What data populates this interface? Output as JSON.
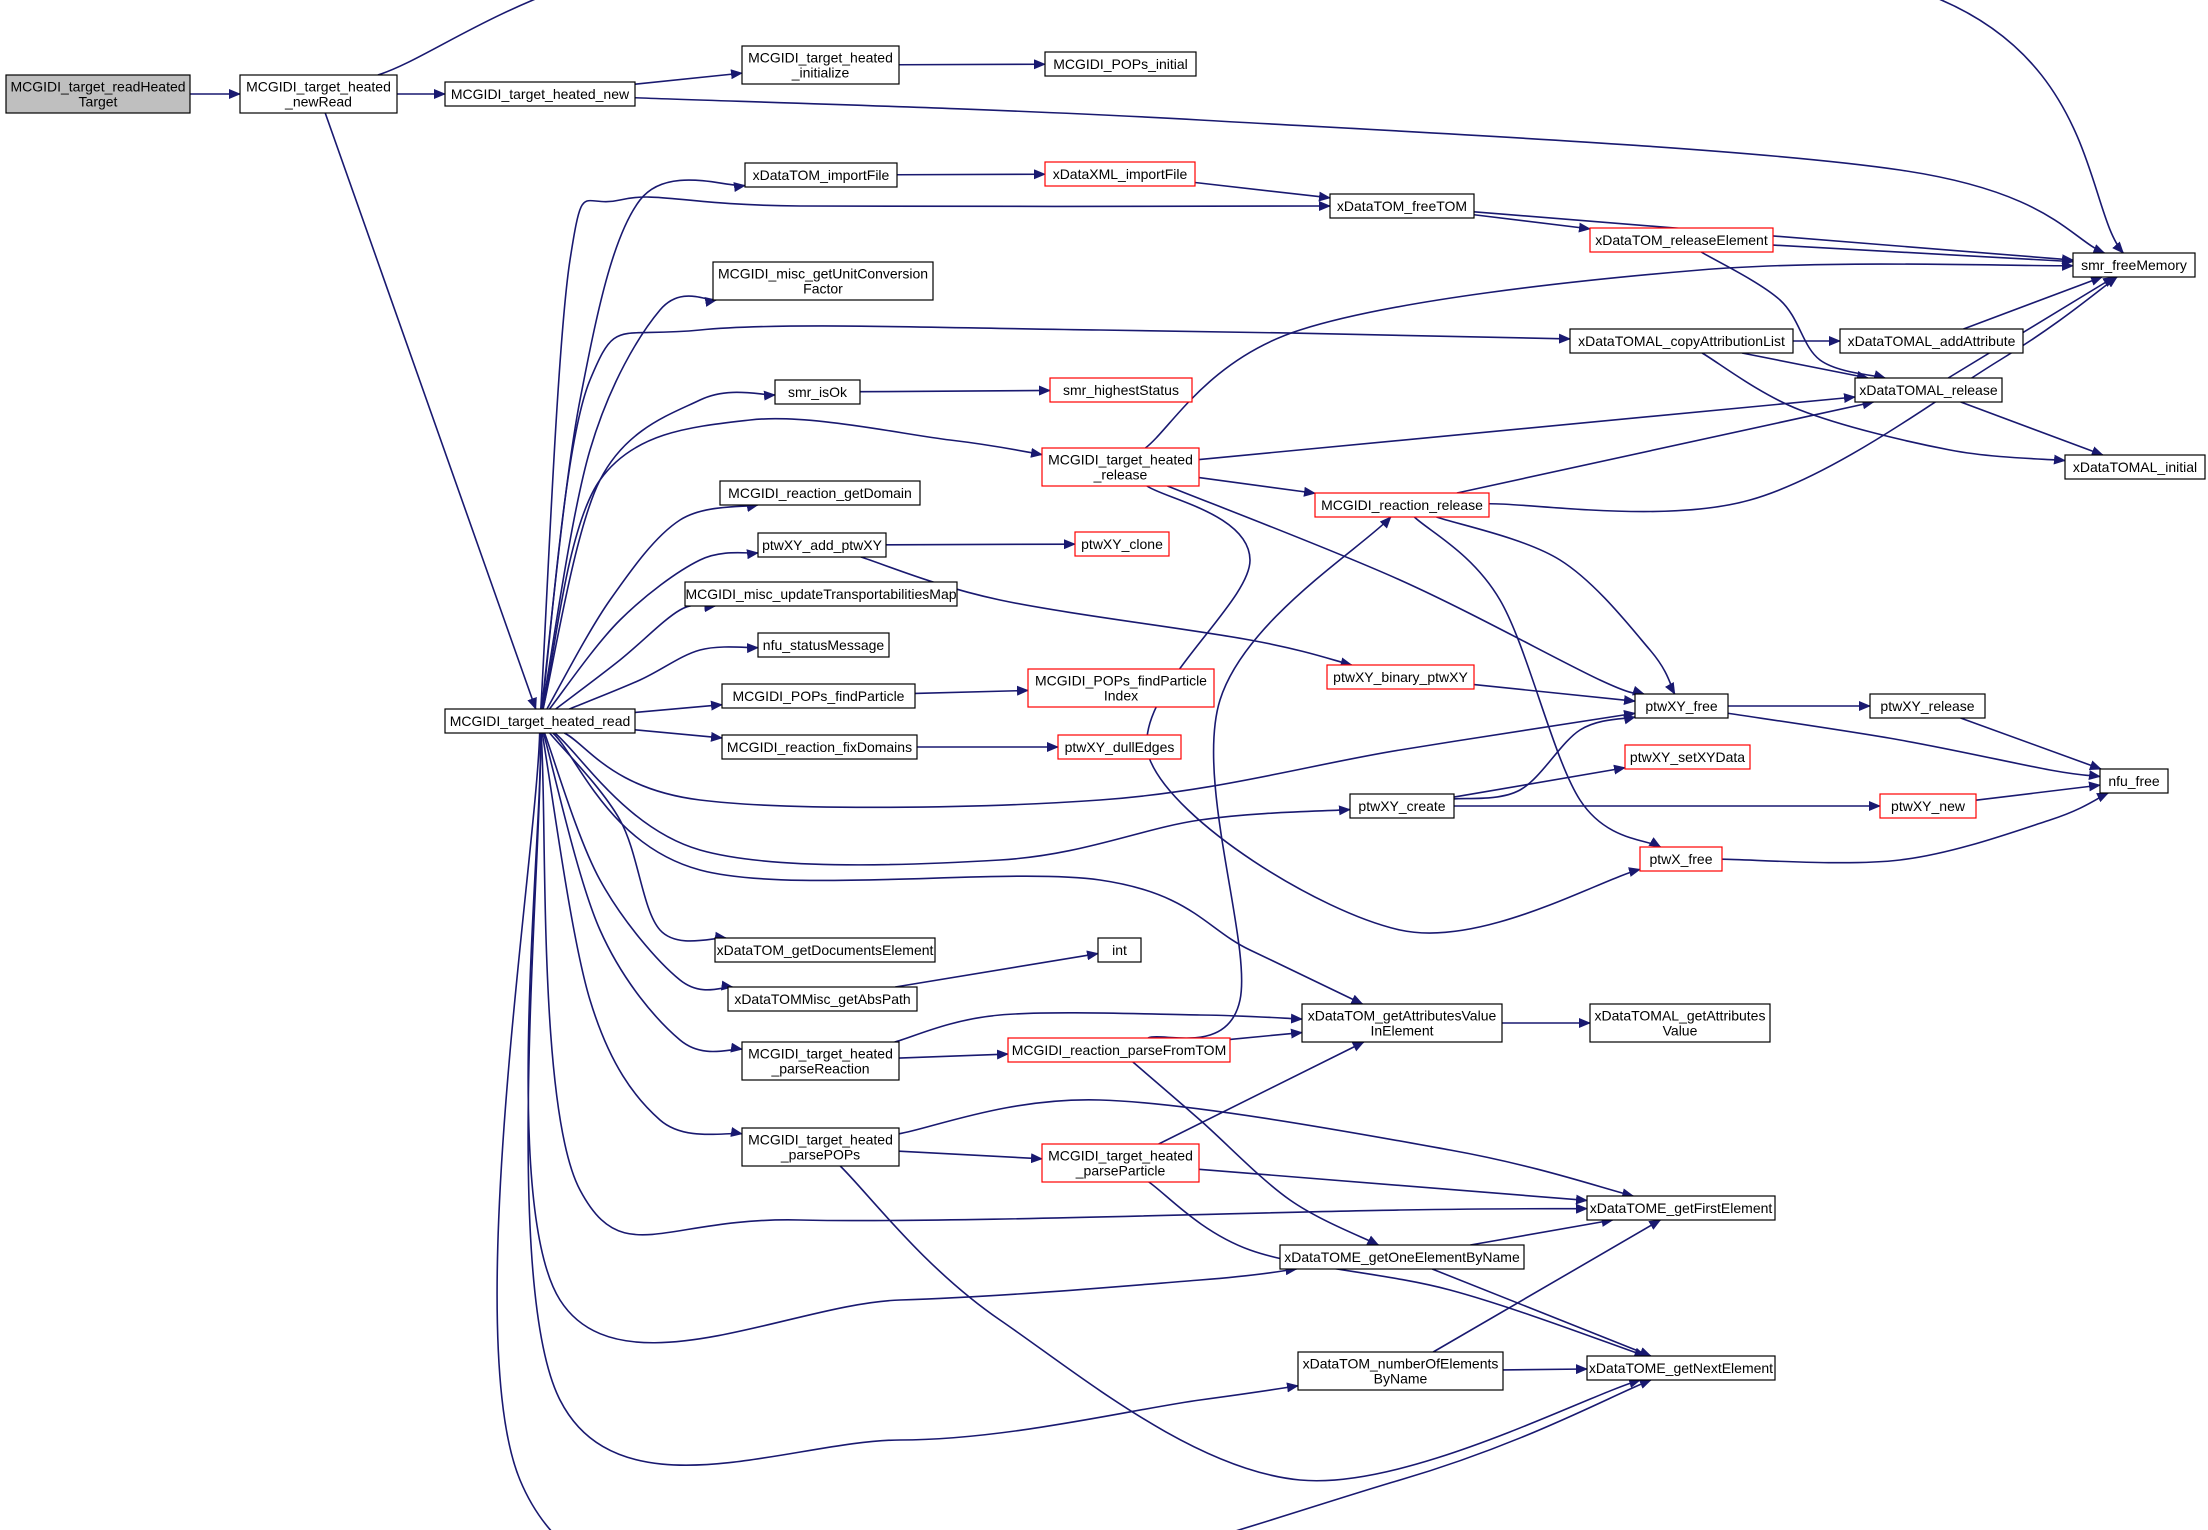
{
  "colors": {
    "edge": "#191970",
    "root_fill": "#bfbfbf",
    "node_fill": "#ffffff",
    "normal_border": "#000000",
    "truncated_border": "#ff0000"
  },
  "nodes": [
    {
      "id": "root",
      "lines": [
        "MCGIDI_target_readHeated",
        "Target"
      ],
      "type": "root"
    },
    {
      "id": "newRead",
      "lines": [
        "MCGIDI_target_heated",
        "_newRead"
      ],
      "type": "normal"
    },
    {
      "id": "heatedNew",
      "lines": [
        "MCGIDI_target_heated_new"
      ],
      "type": "normal"
    },
    {
      "id": "heatedInit",
      "lines": [
        "MCGIDI_target_heated",
        "_initialize"
      ],
      "type": "normal"
    },
    {
      "id": "popsInitial",
      "lines": [
        "MCGIDI_POPs_initial"
      ],
      "type": "normal"
    },
    {
      "id": "smrFree",
      "lines": [
        "smr_freeMemory"
      ],
      "type": "normal"
    },
    {
      "id": "tomImport",
      "lines": [
        "xDataTOM_importFile"
      ],
      "type": "normal"
    },
    {
      "id": "xmlImport",
      "lines": [
        "xDataXML_importFile"
      ],
      "type": "truncated"
    },
    {
      "id": "tomFree",
      "lines": [
        "xDataTOM_freeTOM"
      ],
      "type": "normal"
    },
    {
      "id": "tomRelElem",
      "lines": [
        "xDataTOM_releaseElement"
      ],
      "type": "truncated"
    },
    {
      "id": "unitConv",
      "lines": [
        "MCGIDI_misc_getUnitConversion",
        "Factor"
      ],
      "type": "normal"
    },
    {
      "id": "copyAttr",
      "lines": [
        "xDataTOMAL_copyAttributionList"
      ],
      "type": "normal"
    },
    {
      "id": "addAttr",
      "lines": [
        "xDataTOMAL_addAttribute"
      ],
      "type": "normal"
    },
    {
      "id": "alRelease",
      "lines": [
        "xDataTOMAL_release"
      ],
      "type": "normal"
    },
    {
      "id": "alInitial",
      "lines": [
        "xDataTOMAL_initial"
      ],
      "type": "normal"
    },
    {
      "id": "smrIsOk",
      "lines": [
        "smr_isOk"
      ],
      "type": "normal"
    },
    {
      "id": "smrHigh",
      "lines": [
        "smr_highestStatus"
      ],
      "type": "truncated"
    },
    {
      "id": "heatedRelease",
      "lines": [
        "MCGIDI_target_heated",
        "_release"
      ],
      "type": "truncated"
    },
    {
      "id": "reactGetDom",
      "lines": [
        "MCGIDI_reaction_getDomain"
      ],
      "type": "normal"
    },
    {
      "id": "reactRelease",
      "lines": [
        "MCGIDI_reaction_release"
      ],
      "type": "truncated"
    },
    {
      "id": "addPtw",
      "lines": [
        "ptwXY_add_ptwXY"
      ],
      "type": "normal"
    },
    {
      "id": "ptwClone",
      "lines": [
        "ptwXY_clone"
      ],
      "type": "truncated"
    },
    {
      "id": "updTrans",
      "lines": [
        "MCGIDI_misc_updateTransportabilitiesMap"
      ],
      "type": "normal"
    },
    {
      "id": "nfuStatus",
      "lines": [
        "nfu_statusMessage"
      ],
      "type": "normal"
    },
    {
      "id": "binPtw",
      "lines": [
        "ptwXY_binary_ptwXY"
      ],
      "type": "truncated"
    },
    {
      "id": "popsFind",
      "lines": [
        "MCGIDI_POPs_findParticle"
      ],
      "type": "normal"
    },
    {
      "id": "popsFindIdx",
      "lines": [
        "MCGIDI_POPs_findParticle",
        "Index"
      ],
      "type": "truncated"
    },
    {
      "id": "heatedRead",
      "lines": [
        "MCGIDI_target_heated_read"
      ],
      "type": "normal"
    },
    {
      "id": "ptwFree",
      "lines": [
        "ptwXY_free"
      ],
      "type": "normal"
    },
    {
      "id": "ptwRelease",
      "lines": [
        "ptwXY_release"
      ],
      "type": "normal"
    },
    {
      "id": "fixDom",
      "lines": [
        "MCGIDI_reaction_fixDomains"
      ],
      "type": "normal"
    },
    {
      "id": "dullEdges",
      "lines": [
        "ptwXY_dullEdges"
      ],
      "type": "truncated"
    },
    {
      "id": "setXY",
      "lines": [
        "ptwXY_setXYData"
      ],
      "type": "truncated"
    },
    {
      "id": "nfuFree",
      "lines": [
        "nfu_free"
      ],
      "type": "normal"
    },
    {
      "id": "ptwCreate",
      "lines": [
        "ptwXY_create"
      ],
      "type": "normal"
    },
    {
      "id": "ptwNew",
      "lines": [
        "ptwXY_new"
      ],
      "type": "truncated"
    },
    {
      "id": "ptwXFree",
      "lines": [
        "ptwX_free"
      ],
      "type": "truncated"
    },
    {
      "id": "getDocElem",
      "lines": [
        "xDataTOM_getDocumentsElement"
      ],
      "type": "normal"
    },
    {
      "id": "intNode",
      "lines": [
        "int"
      ],
      "type": "normal"
    },
    {
      "id": "absPath",
      "lines": [
        "xDataTOMMisc_getAbsPath"
      ],
      "type": "normal"
    },
    {
      "id": "getAttrVal",
      "lines": [
        "xDataTOM_getAttributesValue",
        "InElement"
      ],
      "type": "normal"
    },
    {
      "id": "alGetAttrVal",
      "lines": [
        "xDataTOMAL_getAttributes",
        "Value"
      ],
      "type": "normal"
    },
    {
      "id": "parseReact",
      "lines": [
        "MCGIDI_target_heated",
        "_parseReaction"
      ],
      "type": "normal"
    },
    {
      "id": "reactParse",
      "lines": [
        "MCGIDI_reaction_parseFromTOM"
      ],
      "type": "truncated"
    },
    {
      "id": "parsePOPs",
      "lines": [
        "MCGIDI_target_heated",
        "_parsePOPs"
      ],
      "type": "normal"
    },
    {
      "id": "parsePart",
      "lines": [
        "MCGIDI_target_heated",
        "_parseParticle"
      ],
      "type": "truncated"
    },
    {
      "id": "firstElem",
      "lines": [
        "xDataTOME_getFirstElement"
      ],
      "type": "normal"
    },
    {
      "id": "oneElem",
      "lines": [
        "xDataTOME_getOneElementByName"
      ],
      "type": "normal"
    },
    {
      "id": "numElem",
      "lines": [
        "xDataTOM_numberOfElements",
        "ByName"
      ],
      "type": "normal"
    },
    {
      "id": "nextElem",
      "lines": [
        "xDataTOME_getNextElement"
      ],
      "type": "normal"
    }
  ]
}
